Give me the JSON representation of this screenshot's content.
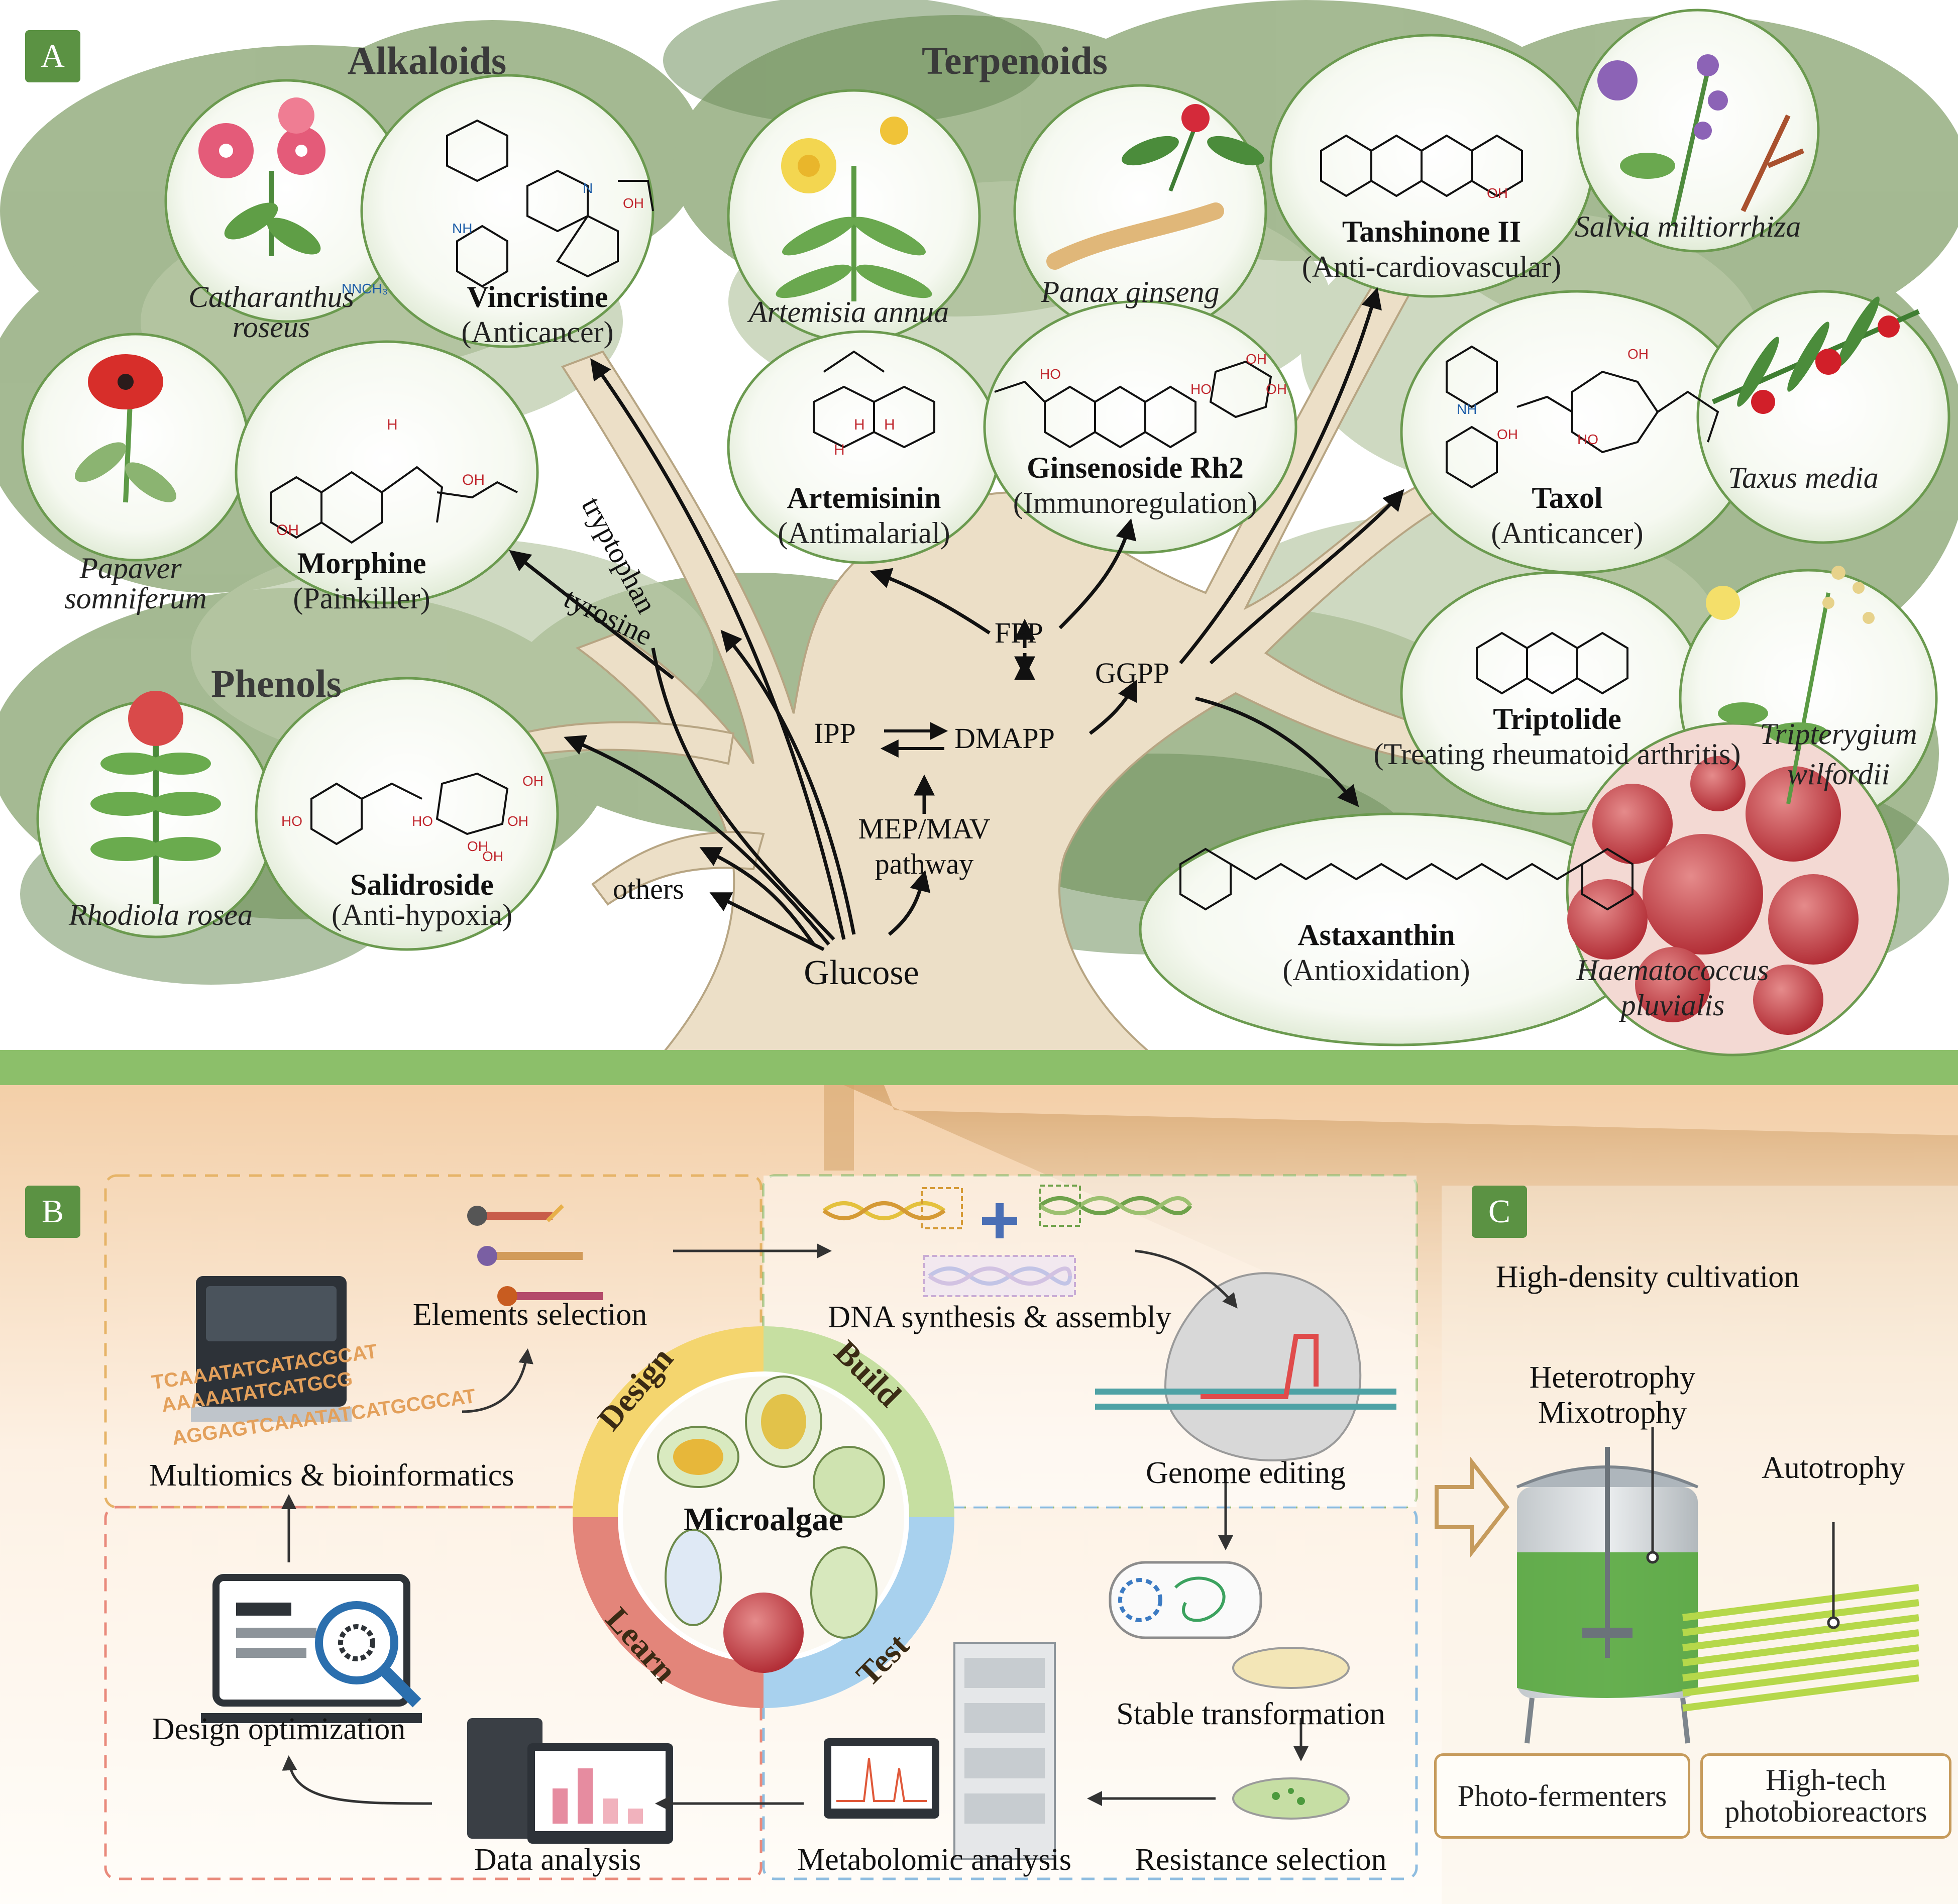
{
  "panels": {
    "a": "A",
    "b": "B",
    "c": "C"
  },
  "sections": {
    "alkaloids": "Alkaloids",
    "terpenoids": "Terpenoids",
    "phenols": "Phenols"
  },
  "plants": {
    "catharanthus_1": "Catharanthus",
    "catharanthus_2": "roseus",
    "papaver_1": "Papaver",
    "papaver_2": "somniferum",
    "rhodiola": "Rhodiola rosea",
    "artemisia": "Artemisia annua",
    "panax": "Panax ginseng",
    "salvia": "Salvia miltiorrhiza",
    "taxus": "Taxus media",
    "tripterygium_1": "Tripterygium",
    "tripterygium_2": "wilfordii",
    "haematococcus_1": "Haematococcus",
    "haematococcus_2": "pluvialis"
  },
  "compounds": {
    "vincristine": {
      "name": "Vincristine",
      "use": "(Anticancer)"
    },
    "morphine": {
      "name": "Morphine",
      "use": "(Painkiller)"
    },
    "salidroside": {
      "name": "Salidroside",
      "use": "(Anti-hypoxia)"
    },
    "artemisinin": {
      "name": "Artemisinin",
      "use": "(Antimalarial)"
    },
    "ginsenoside": {
      "name": "Ginsenoside Rh2",
      "use": "(Immunoregulation)"
    },
    "tanshinone": {
      "name": "Tanshinone II",
      "use": "(Anti-cardiovascular)"
    },
    "taxol": {
      "name": "Taxol",
      "use": "(Anticancer)"
    },
    "triptolide": {
      "name": "Triptolide",
      "use": "(Treating rheumatoid arthritis)"
    },
    "astaxanthin": {
      "name": "Astaxanthin",
      "use": "(Antioxidation)"
    }
  },
  "chem_labels": {
    "nch3": "NCH₃",
    "h1": "H",
    "oh1": "OH",
    "oh2": "OH",
    "nh": "NH",
    "n1": "N",
    "n2": "N",
    "oh3": "OH",
    "ho1": "HO",
    "oh4": "OH",
    "ho2": "HO",
    "oh5": "OH",
    "oh6": "OH",
    "oh7": "OH",
    "ho3": "HO",
    "ho4": "HO",
    "oh8": "OH",
    "oh9": "OH",
    "oh10": "OH",
    "nh2": "NH",
    "oh11": "OH",
    "ho5": "HO",
    "oh12": "OH",
    "h2": "H",
    "h3": "H",
    "h4": "H"
  },
  "pathway": {
    "tryptophan": "tryptophan",
    "tyrosine": "tyrosine",
    "others": "others",
    "glucose": "Glucose",
    "mep_1": "MEP/MAV",
    "mep_2": "pathway",
    "ipp": "IPP",
    "dmapp": "DMAPP",
    "fpp": "FPP",
    "ggpp": "GGPP"
  },
  "dbtl": {
    "center": "Microalgae",
    "design": "Design",
    "build": "Build",
    "test": "Test",
    "learn": "Learn",
    "elements": "Elements selection",
    "multiomics": "Multiomics & bioinformatics",
    "dna": "DNA synthesis & assembly",
    "genome": "Genome editing",
    "stable": "Stable transformation",
    "resistance": "Resistance selection",
    "metabolomic": "Metabolomic analysis",
    "data": "Data analysis",
    "optimization": "Design optimization",
    "seq_1": "TCAAATATCATACGCAT",
    "seq_2": "AAAAATATCATGCG",
    "seq_3": "AGGAGTCAAATATCATGCGCAT"
  },
  "cultivation": {
    "title": "High-density cultivation",
    "hetero": "Heterotrophy",
    "mixo": "Mixotrophy",
    "auto": "Autotrophy",
    "photo_fermenters": "Photo-fermenters",
    "hightech_1": "High-tech",
    "hightech_2": "photobioreactors"
  },
  "colors": {
    "canopy": "#8ea97a",
    "trunk": "#ecdfc7",
    "ground": "#8cbf6a",
    "badge": "#5b9243",
    "design": "#f4d56e",
    "build": "#c6dfa1",
    "test": "#a8d1ee",
    "learn": "#e3857a",
    "amber": "#c69b5c"
  }
}
